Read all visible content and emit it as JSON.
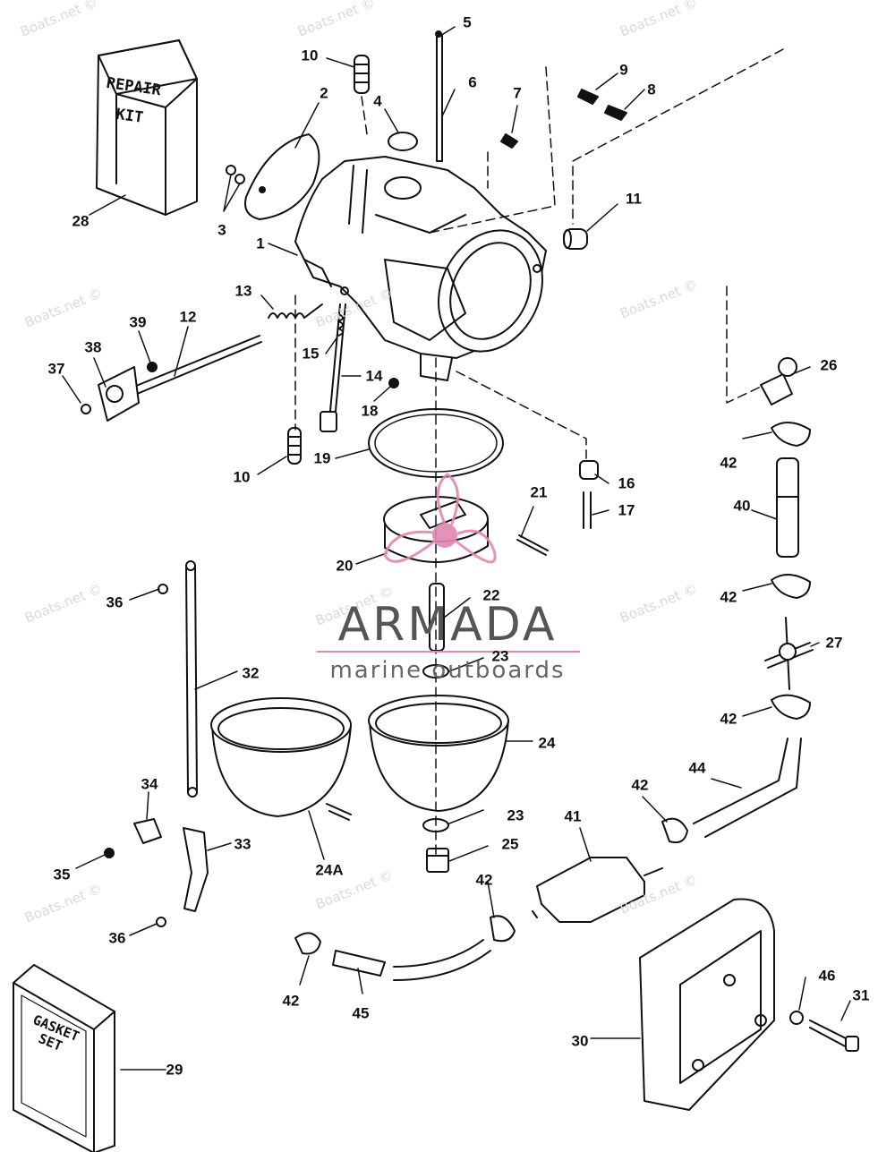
{
  "brand": {
    "name": "ARMADA",
    "tagline": "marine outboards",
    "accent_color": "#e387b4",
    "watermark": "Boats.net ©"
  },
  "kits": {
    "repair_kit_line1": "REPAIR",
    "repair_kit_line2": "KIT",
    "gasket_set_line1": "GASKET",
    "gasket_set_line2": "SET"
  },
  "part_labels": [
    "1",
    "2",
    "3",
    "4",
    "5",
    "6",
    "7",
    "8",
    "9",
    "10",
    "10",
    "11",
    "12",
    "13",
    "14",
    "15",
    "16",
    "17",
    "18",
    "19",
    "20",
    "21",
    "22",
    "23",
    "23",
    "24",
    "24A",
    "25",
    "26",
    "27",
    "28",
    "29",
    "30",
    "31",
    "32",
    "33",
    "34",
    "35",
    "36",
    "36",
    "37",
    "38",
    "39",
    "40",
    "41",
    "42",
    "42",
    "42",
    "42",
    "42",
    "42",
    "44",
    "45",
    "46"
  ]
}
